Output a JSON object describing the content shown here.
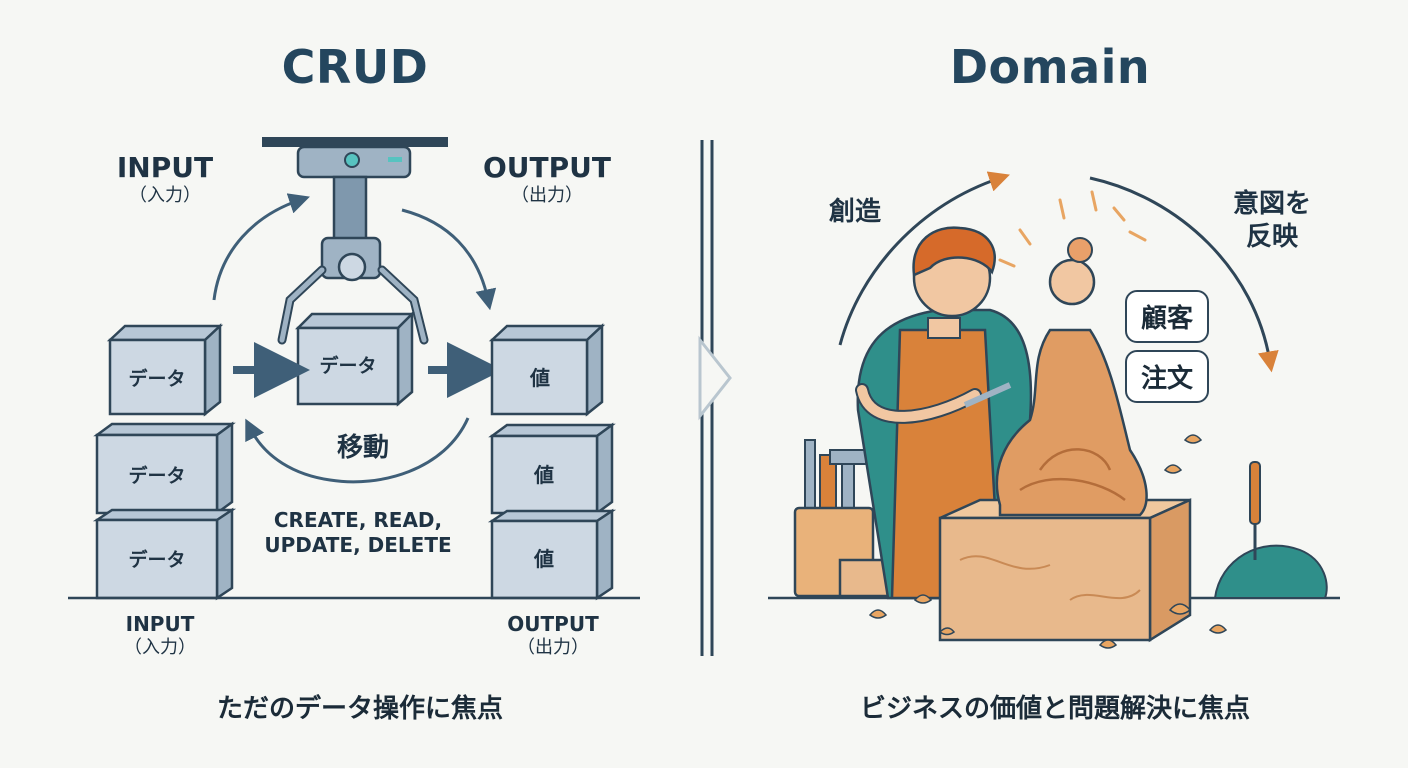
{
  "left": {
    "title": "CRUD",
    "input_top": "INPUT",
    "input_top_sub": "（入力）",
    "output_top": "OUTPUT",
    "output_top_sub": "（出力）",
    "box_label": "データ",
    "value_label": "値",
    "move_label": "移動",
    "ops_line1": "CREATE, READ,",
    "ops_line2": "UPDATE, DELETE",
    "input_bottom": "INPUT",
    "input_bottom_sub": "（入力）",
    "output_bottom": "OUTPUT",
    "output_bottom_sub": "（出力）",
    "caption": "ただのデータ操作に焦点"
  },
  "right": {
    "title": "Domain",
    "create_label": "創造",
    "intent_line1": "意図を",
    "intent_line2": "反映",
    "bubble_customer": "顧客",
    "bubble_order": "注文",
    "caption": "ビジネスの価値と問題解決に焦点"
  },
  "colors": {
    "navy": "#24465e",
    "box_fill": "#cdd8e3",
    "box_stroke": "#2f4658",
    "orange": "#d9823a",
    "wood": "#e8b98c",
    "teal": "#2f8f8a"
  }
}
